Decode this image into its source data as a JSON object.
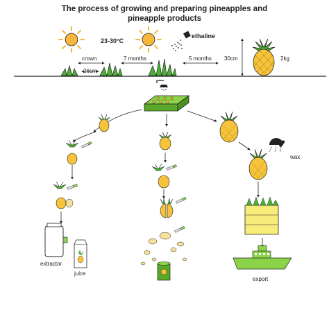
{
  "title": {
    "line1": "The process of growing and preparing pineapples and",
    "line2": "pineapple products"
  },
  "labels": {
    "temperature": "23-30°C",
    "ethaline": "ethaline",
    "crown": "crown",
    "seven_months": "7 months",
    "five_months": "5 months",
    "height": "30cm",
    "weight": "2kg",
    "width": "26cm",
    "wax": "wax",
    "extractor": "extractor",
    "juice": "juice",
    "export": "export"
  },
  "colors": {
    "leaf": "#4caf35",
    "leaf_dark": "#2e7d22",
    "fruit": "#f6c33a",
    "sun": "#f6b73c",
    "ship": "#8bd44a",
    "crate": "#f7ec7a",
    "outline": "#222222"
  },
  "icons": [
    "sun-icon",
    "spray-icon",
    "shower-icon",
    "knife-icon",
    "jar-icon",
    "juice-carton-icon",
    "can-icon",
    "crate-icon",
    "ship-icon",
    "wax-nozzle-icon"
  ]
}
